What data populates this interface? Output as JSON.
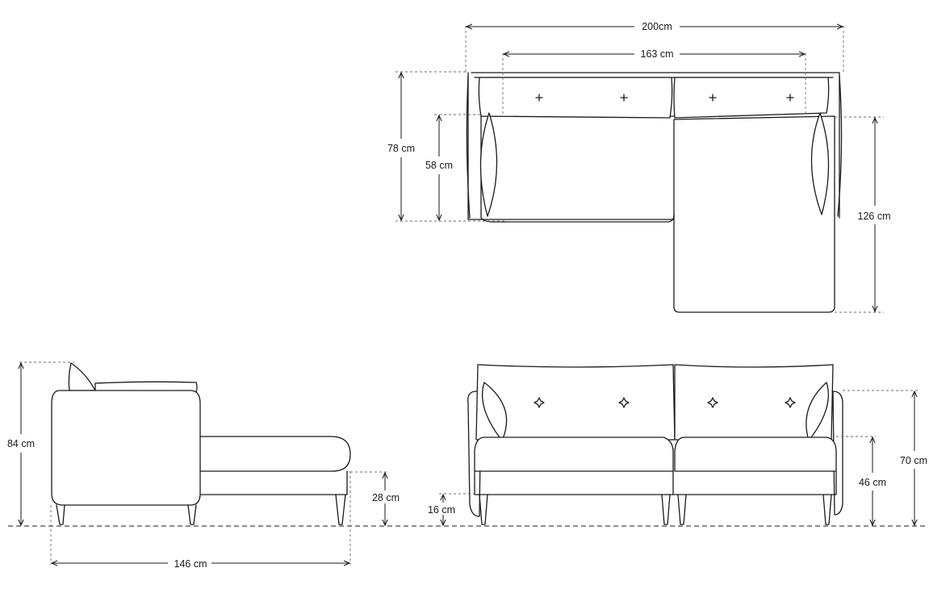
{
  "dimensions": {
    "top_width_total": "200cm",
    "top_width_seat": "163 cm",
    "top_depth_back": "78 cm",
    "top_depth_seat": "58 cm",
    "top_depth_chaise": "126 cm",
    "side_height_total": "84 cm",
    "side_seat_height": "28 cm",
    "side_length": "146 cm",
    "front_leg_height": "16 cm",
    "front_seat_height": "46 cm",
    "front_arm_height": "70 cm"
  },
  "colors": {
    "line": "#1a1a1a",
    "dash": "#6b6b6b",
    "background": "#ffffff"
  }
}
